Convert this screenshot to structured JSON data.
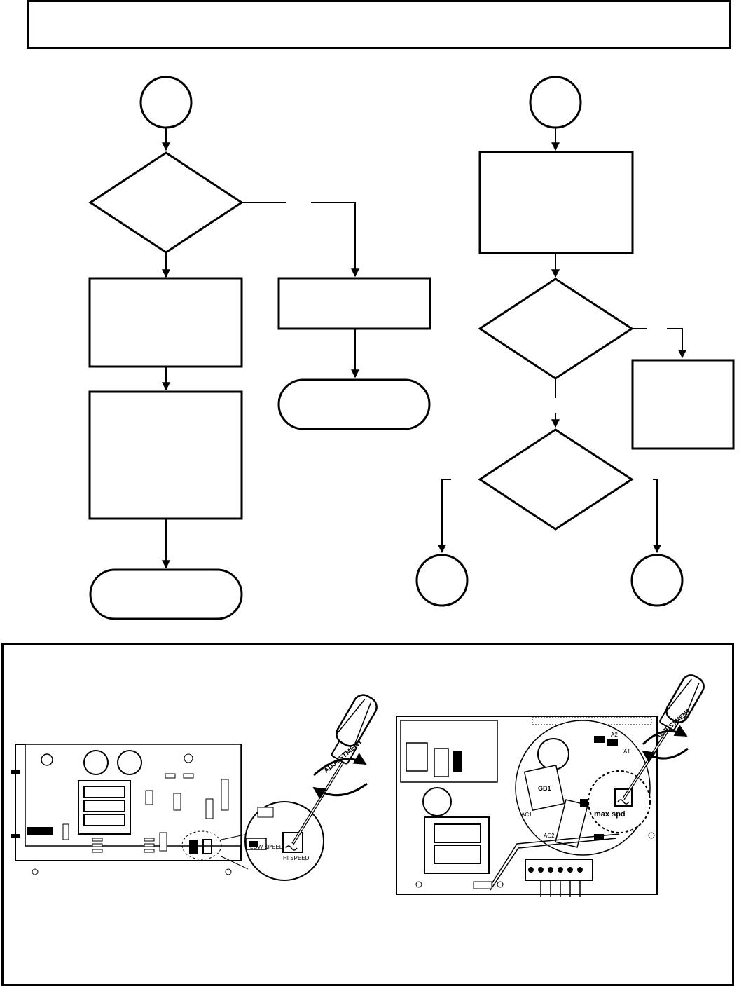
{
  "header": {
    "title": ""
  },
  "flowchart": {
    "left_connector_top": "",
    "right_connector_top": "",
    "decision_left": "",
    "decision_right_1": "",
    "decision_right_2": ""
  },
  "illustration": {
    "left_board_label_1": "LOW SPEED",
    "left_board_label_2": "HI SPEED",
    "right_board_label": "max spd",
    "adjust_text": "ADJUSTMENT",
    "right_board_codes": [
      "A2",
      "A1",
      "AC1",
      "AC2",
      "GB1"
    ],
    "colors": {
      "line": "#000000",
      "background": "#ffffff"
    }
  }
}
